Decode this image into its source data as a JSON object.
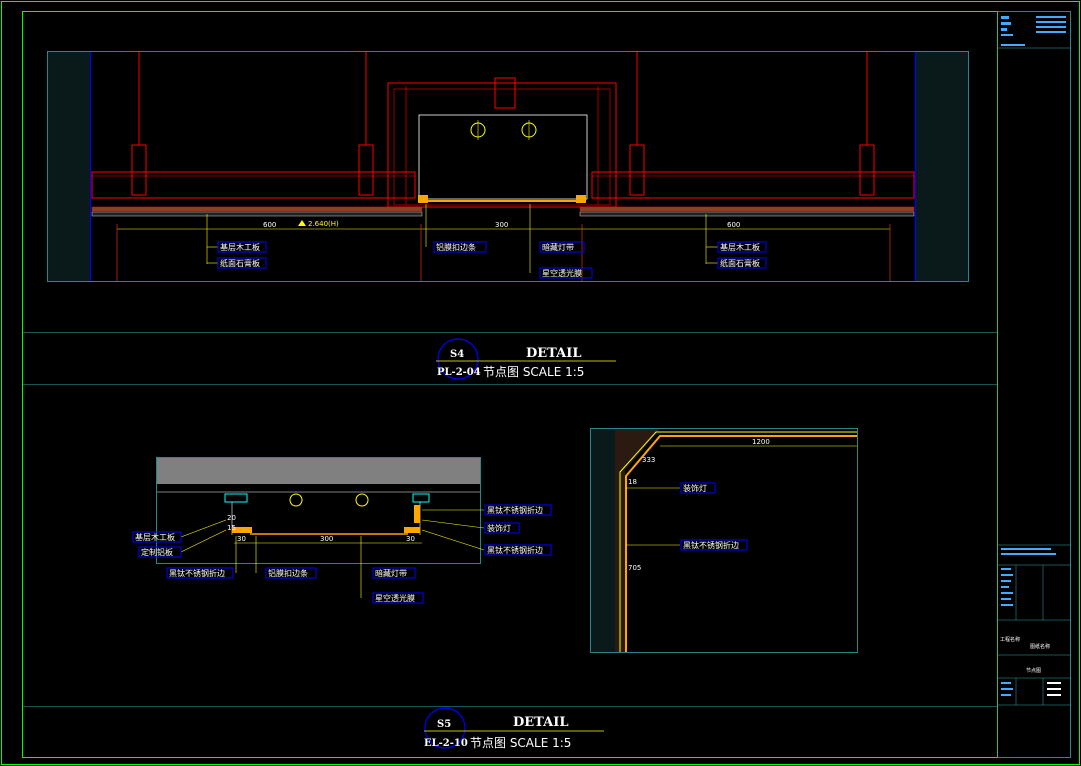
{
  "colors": {
    "frame": "#00ff00",
    "lines": "#ff0000",
    "dims": "#ffff00",
    "text": "#ffffff",
    "boxes": "#0000ff",
    "cyan": "#00ffff",
    "background": "#000000"
  },
  "detail_s4": {
    "tag": "S4",
    "title": "DETAIL",
    "ref": "PL-2-04",
    "subtitle": "节点图 SCALE 1:5",
    "level": "2.640(H)",
    "dims": {
      "left": "600",
      "center": "300",
      "right": "600"
    },
    "labels": {
      "left_a": "基层木工板",
      "left_b": "纸面石膏板",
      "trim": "铝膜扣边条",
      "light": "暗藏灯带",
      "film": "星空透光膜",
      "right_a": "基层木工板",
      "right_b": "纸面石膏板"
    }
  },
  "detail_s5": {
    "tag": "S5",
    "title": "DETAIL",
    "ref": "EL-2-10",
    "subtitle": "节点图 SCALE 1:5",
    "left_labels": {
      "board": "基层木工板",
      "keel": "定制铝板",
      "edge": "黑钛不锈钢折边",
      "trim": "铝膜扣边条",
      "light": "暗藏灯带",
      "film": "星空透光膜"
    },
    "right_labels": {
      "edge_a": "黑钛不锈钢折边",
      "lamp": "装饰灯",
      "edge_b": "黑钛不锈钢折边"
    },
    "dims": {
      "h1": "20",
      "h2": "15",
      "w_side": "30",
      "w_center": "300",
      "w_side2": "30"
    }
  },
  "detail_corner": {
    "dims": {
      "top": "1200",
      "diag": "333",
      "vert": "705",
      "small": "18"
    },
    "labels": {
      "lamp": "装饰灯",
      "edge": "黑钛不锈钢折边"
    }
  },
  "title_block": {
    "sheet_name": "节点图",
    "project": "工程名称",
    "drawing": "图纸名称"
  }
}
